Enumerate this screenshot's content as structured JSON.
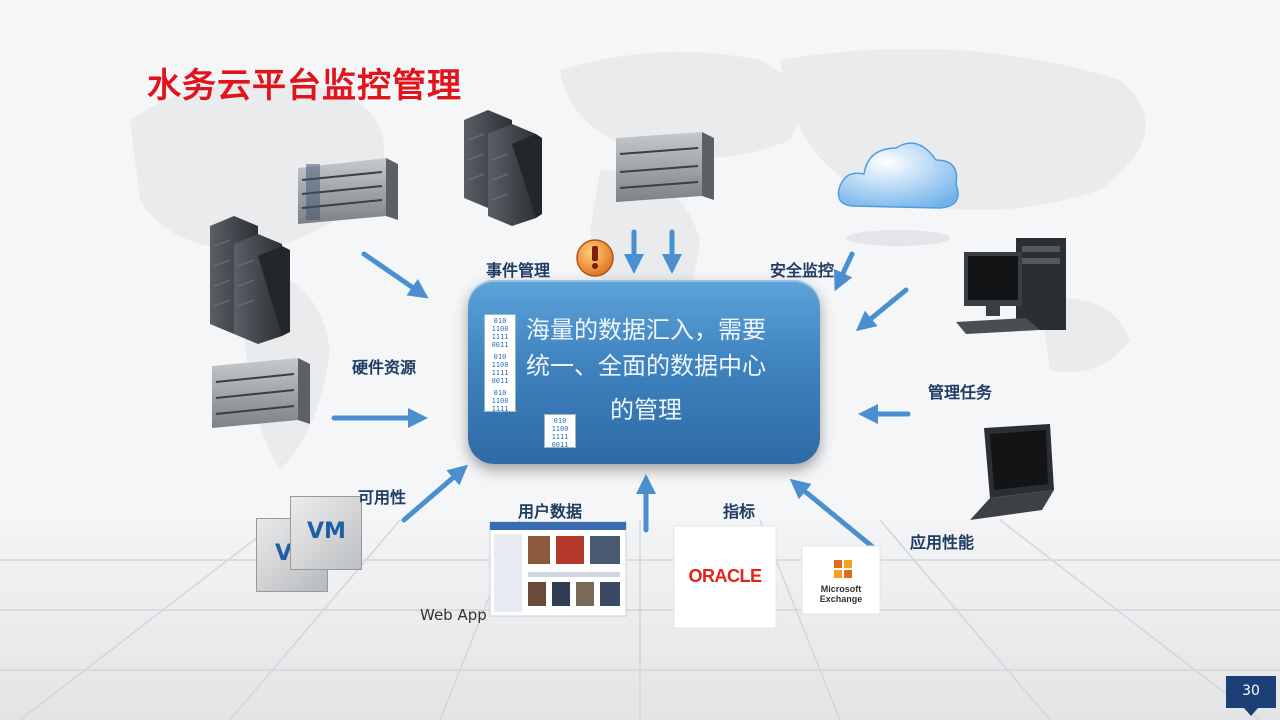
{
  "slide": {
    "title": "水务云平台监控管理",
    "page_number": "30"
  },
  "hub": {
    "line1": "海量的数据汇入，需要",
    "line2": "统一、全面的数据中心",
    "line3": "的管理"
  },
  "labels": {
    "event_mgmt": "事件管理",
    "security_monitor": "安全监控",
    "hardware": "硬件资源",
    "task_mgmt": "管理任务",
    "availability": "可用性",
    "user_data": "用户数据",
    "metrics": "指标",
    "app_performance": "应用性能",
    "web_app": "Web App"
  },
  "logos": {
    "vm_front": "VM",
    "vm_back": "V",
    "oracle": "ORACLE",
    "exchange_line1": "Microsoft",
    "exchange_line2": "Exchange"
  },
  "binary_code": {
    "line1": "010",
    "line2": "1100",
    "line3": "1111",
    "line4": "0011"
  },
  "colors": {
    "title_red": "#e0141c",
    "hub_blue": "#3f83bf",
    "arrow_blue": "#4a90d0",
    "label_navy": "#1f3c64",
    "page_box": "#1c3f77",
    "oracle_red": "#e2231a"
  }
}
